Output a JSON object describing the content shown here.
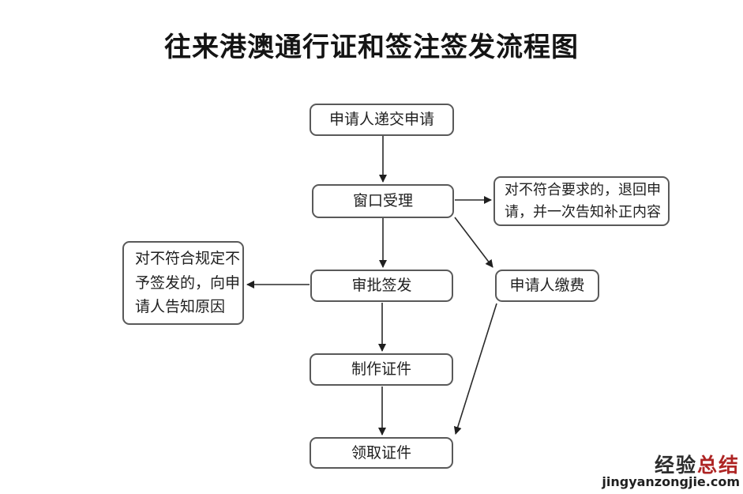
{
  "title": "往来港澳通行证和签注签发流程图",
  "nodes": {
    "submit": {
      "label": "申请人递交申请"
    },
    "window": {
      "label": "窗口受理"
    },
    "return": {
      "label": "对不符合要求的，退回申\n请，并一次告知补正内容"
    },
    "approve": {
      "label": "审批签发"
    },
    "refuse": {
      "label": "对不符合规定不\n予签发的，向申\n请人告知原因"
    },
    "pay": {
      "label": "申请人缴费"
    },
    "produce": {
      "label": "制作证件"
    },
    "collect": {
      "label": "领取证件"
    }
  },
  "watermark": {
    "brand_black": "经验",
    "brand_red": "总结",
    "domain": "jingyanzongjie.com",
    "colors": {
      "brand_black": "#2d2d2d",
      "brand_red": "#ae2524",
      "domain_text": "#1f1f1f"
    }
  },
  "diagram_colors": {
    "box_border": "#595959",
    "arrow": "#1f1f1f",
    "background": "#ffffff",
    "text": "#1f1f1f"
  }
}
